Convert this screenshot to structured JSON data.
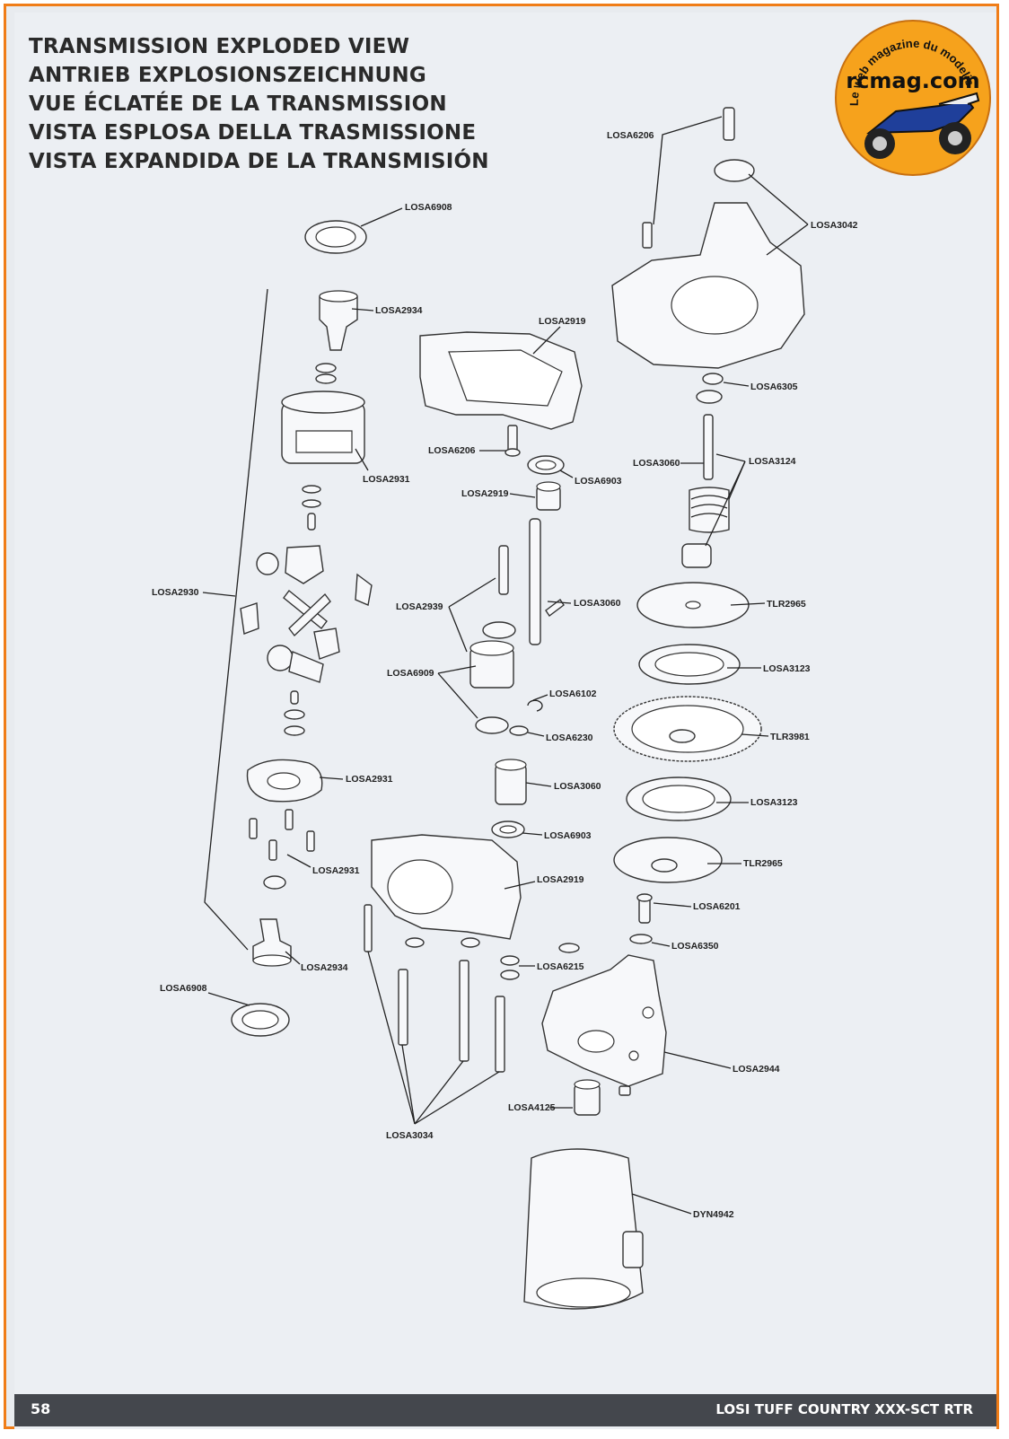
{
  "titles": [
    "TRANSMISSION EXPLODED VIEW",
    "ANTRIEB EXPLOSIONSZEICHNUNG",
    "VUE ÉCLATÉE DE LA TRANSMISSION",
    "VISTA ESPLOSA DELLA TRASMISSIONE",
    "VISTA EXPANDIDA DE LA TRANSMISIÓN"
  ],
  "logo": {
    "arc_text": "Le web magazine du modelisme",
    "brand": "rcmag.com",
    "colors": {
      "ring": "#f6a21c",
      "brand_text": "#111111",
      "accent": "#1f3f9a"
    }
  },
  "labels": {
    "losa6908_top": "LOSA6908",
    "losa2934_top": "LOSA2934",
    "losa2931_gear": "LOSA2931",
    "losa2930": "LOSA2930",
    "losa2931_cup": "LOSA2931",
    "losa2931_screws": "LOSA2931",
    "losa2934_bottom": "LOSA2934",
    "losa6908_bottom": "LOSA6908",
    "losa2919_top": "LOSA2919",
    "losa6206_mid": "LOSA6206",
    "losa6903_top": "LOSA6903",
    "losa2919_mid": "LOSA2919",
    "losa2939": "LOSA2939",
    "losa3060_pin": "LOSA3060",
    "losa6909": "LOSA6909",
    "losa6102": "LOSA6102",
    "losa6230": "LOSA6230",
    "losa3060_gear": "LOSA3060",
    "losa6903_bottom": "LOSA6903",
    "losa2919_bottom": "LOSA2919",
    "losa6215": "LOSA6215",
    "losa3034": "LOSA3034",
    "losa4125": "LOSA4125",
    "losa6206_top": "LOSA6206",
    "losa3042": "LOSA3042",
    "losa6305": "LOSA6305",
    "losa3060_shaft": "LOSA3060",
    "losa3124": "LOSA3124",
    "tlr2965_top": "TLR2965",
    "losa3123_top": "LOSA3123",
    "tlr3981": "TLR3981",
    "losa3123_bottom": "LOSA3123",
    "tlr2965_bottom": "TLR2965",
    "losa6201": "LOSA6201",
    "losa6350": "LOSA6350",
    "losa2944": "LOSA2944",
    "dyn4942": "DYN4942"
  },
  "footer": {
    "page_number": "58",
    "title": "LOSI TUFF COUNTRY XXX-SCT RTR"
  }
}
